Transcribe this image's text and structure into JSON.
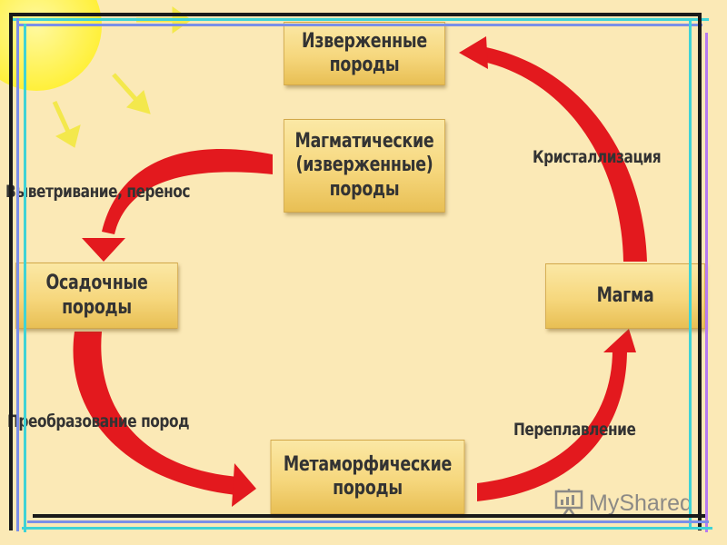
{
  "diagram": {
    "nodes": {
      "igneous": "Изверженные\nпороды",
      "magmatic": "Магматические\n(изверженные)\nпороды",
      "sedimentary": "Осадочные\nпороды",
      "magma": "Магма",
      "metamorphic": "Метаморфические\nпороды"
    },
    "labels": {
      "weathering": "Выветривание, перенос",
      "crystallization": "Кристаллизация",
      "transformation": "Преобразование пород",
      "remelting": "Переплавление"
    },
    "colors": {
      "arrow": "#e3191e",
      "background": "#fbe9b6",
      "sun": "#fff24a",
      "sun_ray": "#f4e94a"
    }
  },
  "watermark": {
    "text": "MyShared"
  }
}
